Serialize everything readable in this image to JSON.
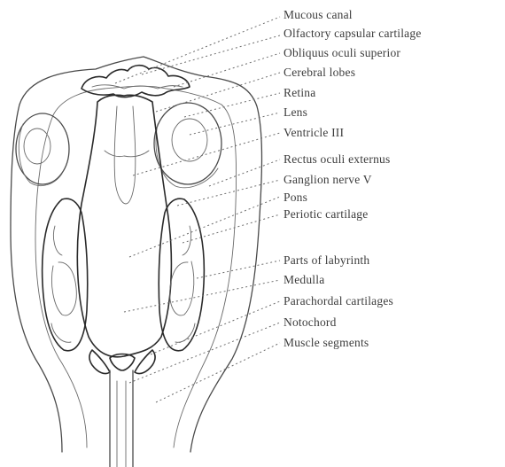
{
  "figure": {
    "labels": [
      "Mucous canal",
      "Olfactory capsular cartilage",
      "Obliquus oculi superior",
      "Cerebral lobes",
      "Retina",
      "Lens",
      "Ventricle III",
      "Rectus oculi externus",
      "Ganglion nerve V",
      "Pons",
      "Periotic cartilage",
      "Parts of labyrinth",
      "Medulla",
      "Parachordal cartilages",
      "Notochord",
      "Muscle segments"
    ]
  }
}
